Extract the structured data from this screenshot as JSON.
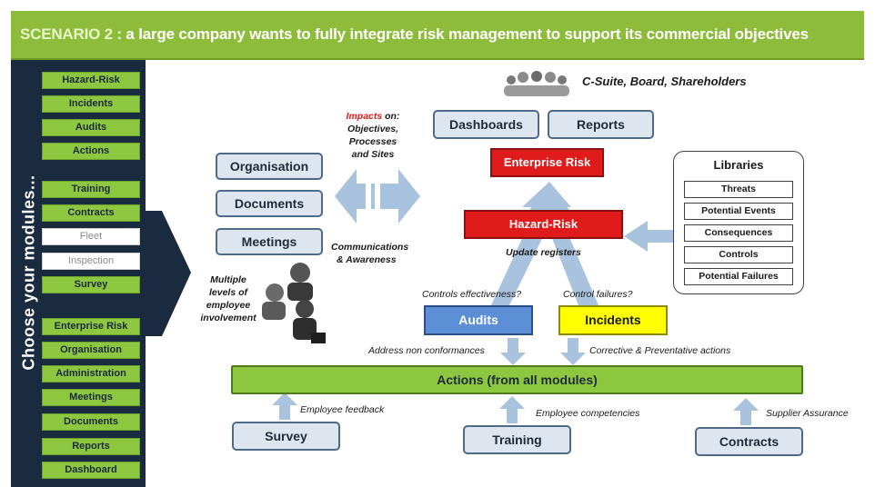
{
  "banner": {
    "prefix": "SCENARIO 2",
    "text": ": a large company wants to fully integrate risk management to support its commercial objectives"
  },
  "sidebar": {
    "title": "Choose your modules...",
    "modules": [
      "Hazard-Risk",
      "Incidents",
      "Audits",
      "Actions",
      "Training",
      "Contracts",
      "Fleet",
      "Inspection",
      "Survey",
      "Enterprise Risk",
      "Organisation",
      "Administration",
      "Meetings",
      "Documents",
      "Reports",
      "Dashboard"
    ]
  },
  "stakeholders": "C-Suite, Board, Shareholders",
  "top_boxes": {
    "dashboards": "Dashboards",
    "reports": "Reports"
  },
  "enterprise_risk": "Enterprise Risk",
  "hazard_risk": "Hazard-Risk",
  "update_registers": "Update registers",
  "left_boxes": {
    "organisation": "Organisation",
    "documents": "Documents",
    "meetings": "Meetings"
  },
  "impacts": {
    "word": "Impacts",
    "rest": " on:",
    "line2": "Objectives,",
    "line3": "Processes",
    "line4": "and Sites"
  },
  "communications": {
    "line1": "Communications",
    "line2": "& Awareness"
  },
  "involvement": {
    "line1": "Multiple",
    "line2": "levels of",
    "line3": "employee",
    "line4": "involvement"
  },
  "libraries": {
    "title": "Libraries",
    "items": [
      "Threats",
      "Potential Events",
      "Consequences",
      "Controls",
      "Potential Failures"
    ]
  },
  "controls_effectiveness": "Controls effectiveness?",
  "control_failures": "Control failures?",
  "audits": "Audits",
  "incidents": "Incidents",
  "address_nc": "Address non conformances",
  "corrective": "Corrective & Preventative actions",
  "actions": "Actions (from all modules)",
  "feedback": {
    "employee_feedback": "Employee feedback",
    "employee_competencies": "Employee competencies",
    "supplier_assurance": "Supplier Assurance"
  },
  "bottom_boxes": {
    "survey": "Survey",
    "training": "Training",
    "contracts": "Contracts"
  },
  "colors": {
    "banner": "#8dbb3a",
    "sidebar": "#1a2a3f",
    "module_green": "#8dc63f",
    "arrow": "#a9c2dd",
    "red": "#e01b1b",
    "audits_blue": "#5c8fd6",
    "incidents_yellow": "#ffff00"
  },
  "icons": {
    "people_group": "people-group-icon",
    "workers": "workers-icon"
  }
}
